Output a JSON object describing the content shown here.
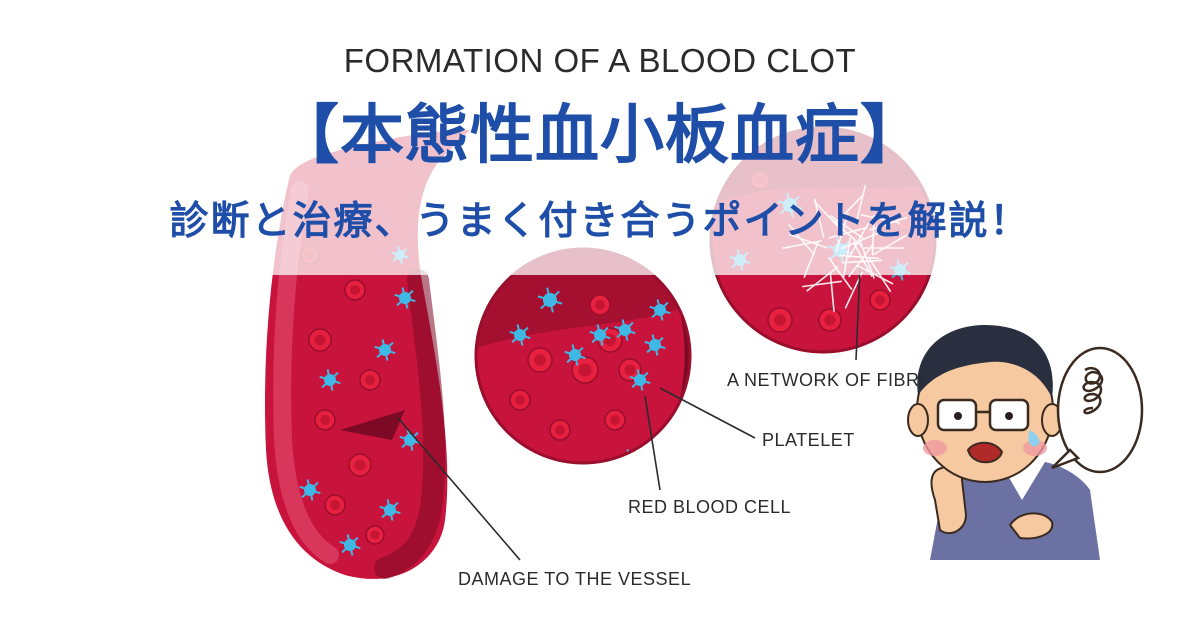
{
  "diagram": {
    "title": "FORMATION OF A BLOOD CLOT",
    "labels": {
      "fibrin": "A NETWORK OF FIBRI",
      "platelet": "PLATELET",
      "red_blood_cell": "RED BLOOD CELL",
      "damage": "DAMAGE TO THE VESSEL"
    }
  },
  "overlay": {
    "title": "【本態性血小板血症】",
    "subtitle": "診断と治療、うまく付き合うポイントを解説！"
  },
  "colors": {
    "vessel": "#c8143c",
    "vessel_dark": "#7d0a24",
    "vessel_light": "#e0456a",
    "red_cell": "#e8203f",
    "platelet": "#3fb8e6",
    "title_blue": "#1e4ea8",
    "shirt": "#6b72a3"
  },
  "illustration": {
    "character": "worried-man-illustration",
    "speech_bubble": "scribble-speech-bubble"
  }
}
